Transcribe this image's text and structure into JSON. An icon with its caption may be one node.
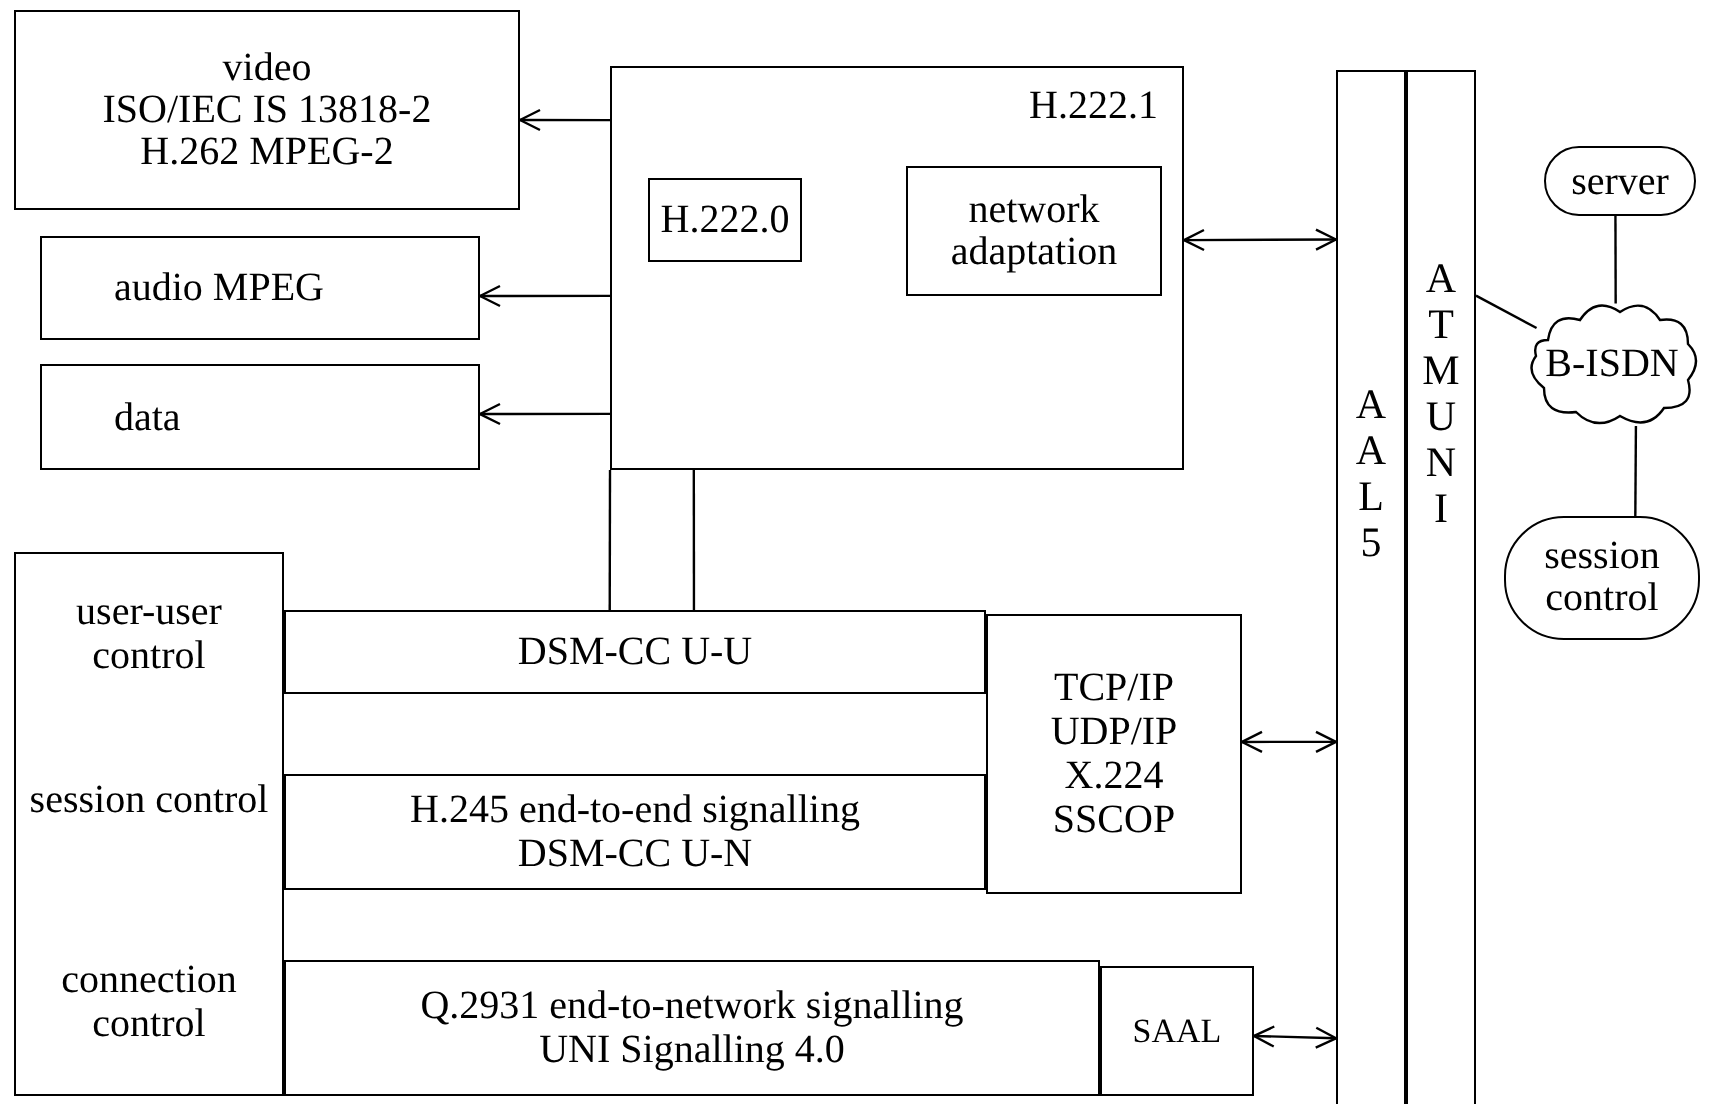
{
  "diagram": {
    "nodes": [
      {
        "text": [
          "video",
          "ISO/IEC IS 13818-2",
          "H.262 MPEG-2"
        ]
      },
      {
        "text": [
          "audio MPEG"
        ]
      },
      {
        "text": [
          "data"
        ]
      },
      {
        "text": [
          "H.222.1"
        ]
      },
      {
        "text": [
          "H.222.0"
        ],
        "in": 3
      },
      {
        "text": [
          "network adaptation"
        ],
        "in": 3
      },
      {
        "text": [
          "user-user control",
          "session control",
          "connection control"
        ]
      },
      {
        "text": [
          "DSM-CC U-U"
        ]
      },
      {
        "text": [
          "H.245 end-to-end signalling",
          "DSM-CC U-N"
        ]
      },
      {
        "text": [
          "TCP/IP",
          "UDP/IP",
          "X.224",
          "SSCOP"
        ]
      },
      {
        "text": [
          "Q.2931 end-to-network signalling",
          "UNI Signalling 4.0"
        ]
      },
      {
        "text": [
          "SAAL"
        ]
      },
      {
        "text": [
          "AAL5"
        ]
      },
      {
        "text": [
          "ATM UNI"
        ]
      },
      {
        "text": [
          "server"
        ]
      },
      {
        "text": [
          "B-ISDN"
        ]
      },
      {
        "text": [
          "session control"
        ]
      }
    ],
    "edges": [
      {
        "from": 3,
        "to": 0,
        "arrow": "to"
      },
      {
        "from": 3,
        "to": 1,
        "arrow": "to"
      },
      {
        "from": 3,
        "to": 2,
        "arrow": "to"
      },
      {
        "from": 3,
        "to": 12,
        "arrow": "both"
      },
      {
        "from": 9,
        "to": 12,
        "arrow": "both"
      },
      {
        "from": 11,
        "to": 12,
        "arrow": "both"
      },
      {
        "from": 3,
        "to": 7,
        "arrow": "none"
      },
      {
        "from": 3,
        "to": 7,
        "arrow": "none"
      },
      {
        "from": 13,
        "to": 15,
        "arrow": "none"
      },
      {
        "from": 14,
        "to": 15,
        "arrow": "none"
      },
      {
        "from": 15,
        "to": 16,
        "arrow": "none"
      }
    ]
  }
}
